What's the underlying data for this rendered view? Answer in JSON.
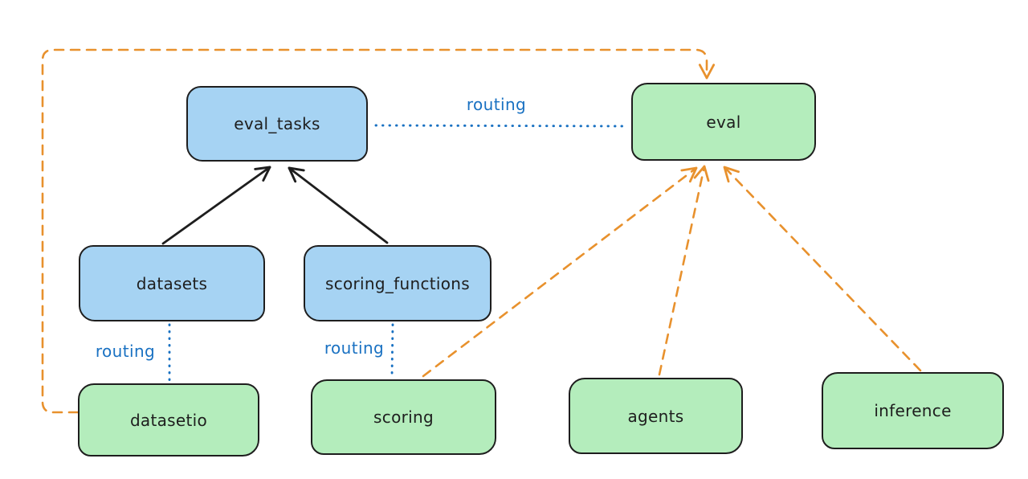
{
  "diagram": {
    "type": "architecture-diagram",
    "background": "#ffffff",
    "colors": {
      "node_blue_fill": "#a6d3f3",
      "node_green_fill": "#b4edbc",
      "node_stroke": "#1e1e1e",
      "node_text": "#1e1e1e",
      "routing_blue": "#1971c2",
      "dashed_orange": "#e8912d",
      "solid_black": "#1e1e1e"
    },
    "nodes": [
      {
        "id": "eval_tasks",
        "label": "eval_tasks",
        "fill": "blue"
      },
      {
        "id": "eval",
        "label": "eval",
        "fill": "green"
      },
      {
        "id": "datasets",
        "label": "datasets",
        "fill": "blue"
      },
      {
        "id": "scoring_functions",
        "label": "scoring_functions",
        "fill": "blue"
      },
      {
        "id": "datasetio",
        "label": "datasetio",
        "fill": "green"
      },
      {
        "id": "scoring",
        "label": "scoring",
        "fill": "green"
      },
      {
        "id": "agents",
        "label": "agents",
        "fill": "green"
      },
      {
        "id": "inference",
        "label": "inference",
        "fill": "green"
      }
    ],
    "edges": [
      {
        "from": "datasets",
        "to": "eval_tasks",
        "style": "solid",
        "color": "black",
        "arrow": true,
        "label": ""
      },
      {
        "from": "scoring_functions",
        "to": "eval_tasks",
        "style": "solid",
        "color": "black",
        "arrow": true,
        "label": ""
      },
      {
        "from": "eval_tasks",
        "to": "eval",
        "style": "dotted",
        "color": "blue",
        "arrow": false,
        "label": "routing"
      },
      {
        "from": "datasets",
        "to": "datasetio",
        "style": "dotted",
        "color": "blue",
        "arrow": false,
        "label": "routing"
      },
      {
        "from": "scoring_functions",
        "to": "scoring",
        "style": "dotted",
        "color": "blue",
        "arrow": false,
        "label": "routing"
      },
      {
        "from": "scoring",
        "to": "eval",
        "style": "dashed",
        "color": "orange",
        "arrow": true,
        "label": ""
      },
      {
        "from": "agents",
        "to": "eval",
        "style": "dashed",
        "color": "orange",
        "arrow": true,
        "label": ""
      },
      {
        "from": "inference",
        "to": "eval",
        "style": "dashed",
        "color": "orange",
        "arrow": true,
        "label": ""
      },
      {
        "from": "datasetio",
        "to": "eval",
        "style": "dashed",
        "color": "orange",
        "arrow": true,
        "label": "",
        "route": "left-and-over-top"
      }
    ],
    "routing_labels": [
      {
        "text": "routing"
      },
      {
        "text": "routing"
      },
      {
        "text": "routing"
      }
    ]
  }
}
